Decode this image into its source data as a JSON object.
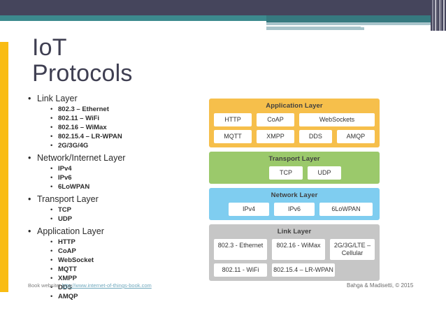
{
  "slide": {
    "title_line1": "IoT",
    "title_line2": "Protocols"
  },
  "colors": {
    "header_dark": "#45455C",
    "header_teal": "#3C8A8E",
    "header_light": "#A8C4CB",
    "accent_yellow": "#F9BC13",
    "application_layer": "#F6BF4B",
    "transport_layer": "#9BC96B",
    "network_layer": "#7FCDF0",
    "link_layer": "#C6C6C6",
    "title_text": "#3F3F52",
    "link_text": "#6FA8BD"
  },
  "outline": [
    {
      "label": "Link Layer",
      "items": [
        "802.3 – Ethernet",
        "802.11 – WiFi",
        "802.16 – WiMax",
        "802.15.4 – LR-WPAN",
        "2G/3G/4G"
      ]
    },
    {
      "label": "Network/Internet Layer",
      "items": [
        "IPv4",
        "IPv6",
        "6LoWPAN"
      ]
    },
    {
      "label": "Transport Layer",
      "items": [
        "TCP",
        "UDP"
      ]
    },
    {
      "label": "Application Layer",
      "items": [
        "HTTP",
        "CoAP",
        "WebSocket",
        "MQTT",
        "XMPP",
        "DDS",
        "AMQP"
      ]
    }
  ],
  "bullet_glyph": "•",
  "diagram": {
    "layers": [
      {
        "name": "Application Layer",
        "rows": [
          [
            {
              "label": "HTTP",
              "flex": "0 0 54px"
            },
            {
              "label": "CoAP",
              "flex": "0 0 54px"
            },
            {
              "label": "WebSockets",
              "flex": "1 1 auto"
            }
          ],
          [
            {
              "label": "MQTT",
              "flex": "0 0 54px"
            },
            {
              "label": "XMPP",
              "flex": "0 0 54px"
            },
            {
              "label": "DDS",
              "flex": "1 1 auto"
            },
            {
              "label": "AMQP",
              "flex": "1 1 auto"
            }
          ]
        ]
      },
      {
        "name": "Transport Layer",
        "rows": [
          [
            {
              "label": "TCP",
              "flex": "0 0 48px"
            },
            {
              "label": "UDP",
              "flex": "0 0 48px"
            }
          ]
        ]
      },
      {
        "name": "Network Layer",
        "rows": [
          [
            {
              "label": "IPv4",
              "flex": "0 0 58px"
            },
            {
              "label": "IPv6",
              "flex": "0 0 58px"
            },
            {
              "label": "6LoWPAN",
              "flex": "0 0 76px"
            }
          ]
        ]
      },
      {
        "name": "Link Layer",
        "rows": [
          [
            {
              "label": "802.3 - Ethernet",
              "flex": "0 0 76px"
            },
            {
              "label": "802.16 - WiMax",
              "flex": "0 0 76px"
            },
            {
              "label": "2G/3G/LTE – Cellular",
              "flex": "1 1 auto"
            }
          ],
          [
            {
              "label": "802.11 - WiFi",
              "flex": "0 0 76px"
            },
            {
              "label": "802.15.4 – LR-WPAN",
              "flex": "0 0 90px"
            }
          ]
        ]
      }
    ]
  },
  "footer": {
    "book_website_label": "Book website: ",
    "book_website_url": "http://www.internet-of-things-book.com",
    "copyright": "Bahga & Madisetti, © 2015"
  }
}
